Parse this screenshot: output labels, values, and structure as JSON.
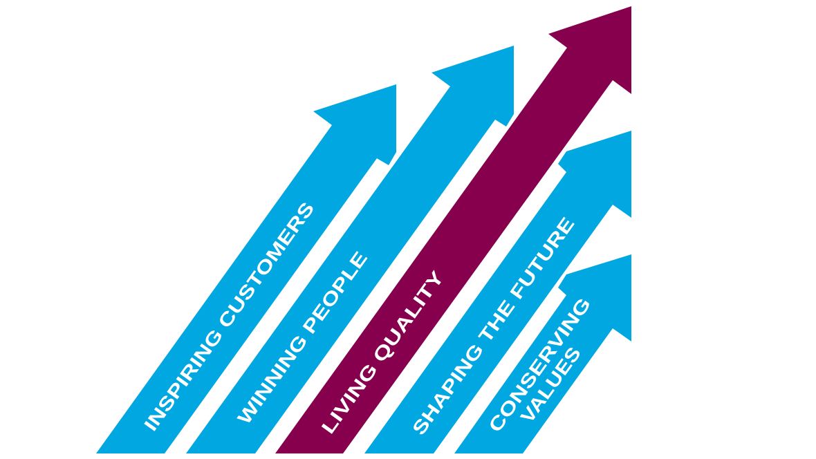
{
  "colors": {
    "blue": "#00A7E1",
    "purple": "#86004D",
    "text": "#FFFFFF"
  },
  "arrows": [
    {
      "label": "INSPIRING CUSTOMERS",
      "color": "blue"
    },
    {
      "label": "WINNING PEOPLE",
      "color": "blue"
    },
    {
      "label": "LIVING QUALITY",
      "color": "purple"
    },
    {
      "label": "SHAPING THE FUTURE",
      "color": "blue"
    },
    {
      "label_line1": "CONSERVING",
      "label_line2": "VALUES",
      "color": "blue"
    }
  ]
}
